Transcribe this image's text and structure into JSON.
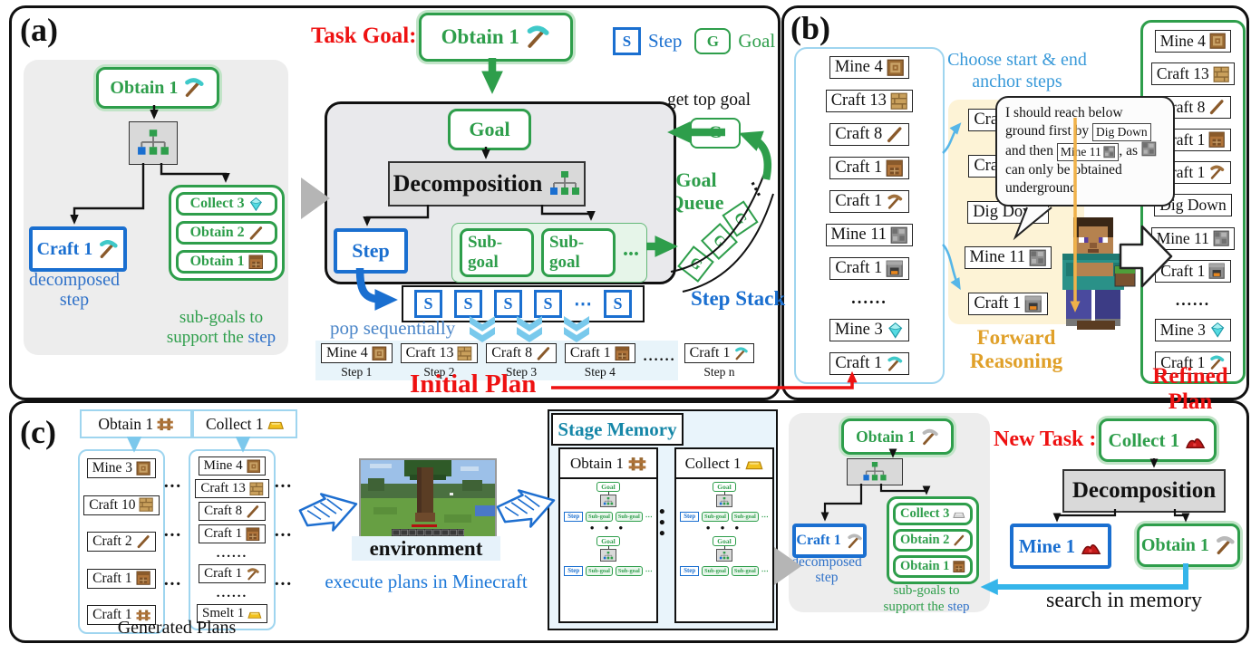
{
  "panel_a": {
    "label": "(a)",
    "task_goal_label": "Task Goal:",
    "task_goal": {
      "label": "Obtain 1",
      "icon": "diamond-pickaxe"
    },
    "legend": {
      "s": "S",
      "s_label": "Step",
      "g": "G",
      "g_label": "Goal"
    },
    "left_panel": {
      "root": {
        "label": "Obtain 1",
        "icon": "diamond-pickaxe"
      },
      "step": {
        "label": "Craft 1",
        "icon": "diamond-pickaxe"
      },
      "step_caption": [
        "decomposed",
        "step"
      ],
      "subgoals": [
        {
          "label": "Collect 3",
          "icon": "diamond"
        },
        {
          "label": "Obtain 2",
          "icon": "stick"
        },
        {
          "label": "Obtain 1",
          "icon": "crafting-table"
        }
      ],
      "subgoal_caption_green": "sub-goals to",
      "subgoal_caption_green2": "support the",
      "subgoal_caption_blue": "step"
    },
    "center": {
      "goal": "Goal",
      "decomposition": "Decomposition",
      "step": "Step",
      "subgoal_a": "Sub-goal",
      "subgoal_b": "Sub-goal",
      "ellipsis": "..."
    },
    "queue": {
      "get_top_goal": "get top goal",
      "g": "G",
      "title": [
        "Goal",
        "Queue"
      ],
      "cells": [
        "G",
        "G",
        "G"
      ],
      "dots": "⋯"
    },
    "stack": {
      "cells": [
        "S",
        "S",
        "S",
        "S",
        "⋯",
        "S"
      ],
      "label": "Step Stack",
      "pop_label": "pop sequentially"
    },
    "initial_steps": [
      {
        "label": "Mine 4",
        "icon": "log",
        "caption": "Step 1"
      },
      {
        "label": "Craft 13",
        "icon": "planks",
        "caption": "Step 2"
      },
      {
        "label": "Craft 8",
        "icon": "stick",
        "caption": "Step 3"
      },
      {
        "label": "Craft 1",
        "icon": "crafting-table",
        "caption": "Step 4"
      },
      {
        "label": "......",
        "caption": ""
      },
      {
        "label": "Craft 1",
        "icon": "diamond-pickaxe",
        "caption": "Step n"
      }
    ],
    "initial_plan_label": "Initial Plan"
  },
  "panel_b": {
    "label": "(b)",
    "initial_list": [
      {
        "label": "Mine 4",
        "icon": "log"
      },
      {
        "label": "Craft 13",
        "icon": "planks"
      },
      {
        "label": "Craft 8",
        "icon": "stick"
      },
      {
        "label": "Craft 1",
        "icon": "crafting-table"
      },
      {
        "label": "Craft 1",
        "icon": "wooden-pickaxe"
      },
      {
        "label": "Mine 11",
        "icon": "cobblestone"
      },
      {
        "label": "Craft 1",
        "icon": "furnace"
      },
      {
        "label": "......"
      },
      {
        "label": "Mine 3",
        "icon": "diamond"
      },
      {
        "label": "Craft 1",
        "icon": "diamond-pickaxe"
      }
    ],
    "choose_label": [
      "Choose start & end",
      "anchor steps"
    ],
    "forward_list": [
      {
        "label": "Craft 1",
        "icon": "crafting-table"
      },
      {
        "label": "Craft 1",
        "icon": "wooden-pickaxe"
      },
      {
        "label": "Dig Down"
      },
      {
        "label": "Mine 11",
        "icon": "cobblestone"
      },
      {
        "label": "Craft 1",
        "icon": "furnace"
      }
    ],
    "forward_label": [
      "Forward",
      "Reasoning"
    ],
    "bubble": {
      "t1": "I should reach below ground first by",
      "chip1": "Dig Down",
      "t2": "and then",
      "chip2": {
        "label": "Mine 11",
        "icon": "cobblestone"
      },
      "t3": ", as",
      "icon": "cobblestone",
      "t4": "can only be obtained underground"
    },
    "refined_list": [
      {
        "label": "Mine 4",
        "icon": "log"
      },
      {
        "label": "Craft 13",
        "icon": "planks"
      },
      {
        "label": "Craft 8",
        "icon": "stick"
      },
      {
        "label": "Craft 1",
        "icon": "crafting-table"
      },
      {
        "label": "Craft 1",
        "icon": "wooden-pickaxe"
      },
      {
        "label": "Dig Down"
      },
      {
        "label": "Mine 11",
        "icon": "cobblestone"
      },
      {
        "label": "Craft 1",
        "icon": "furnace"
      },
      {
        "label": "......"
      },
      {
        "label": "Mine 3",
        "icon": "diamond"
      },
      {
        "label": "Craft 1",
        "icon": "diamond-pickaxe"
      }
    ],
    "refined_label": "Refined Plan"
  },
  "panel_c": {
    "label": "(c)",
    "plan1": {
      "header": {
        "label": "Obtain 1",
        "icon": "fence"
      },
      "items": [
        {
          "label": "Mine 3",
          "icon": "log"
        },
        {
          "label": "Craft 10",
          "icon": "planks"
        },
        {
          "label": "Craft 2",
          "icon": "stick"
        },
        {
          "label": "Craft 1",
          "icon": "crafting-table"
        },
        {
          "label": "Craft 1",
          "icon": "fence"
        }
      ]
    },
    "plan2": {
      "header": {
        "label": "Collect 1",
        "icon": "gold-ingot"
      },
      "items": [
        {
          "label": "Mine 4",
          "icon": "log"
        },
        {
          "label": "Craft 13",
          "icon": "planks"
        },
        {
          "label": "Craft 8",
          "icon": "stick"
        },
        {
          "label": "Craft 1",
          "icon": "crafting-table"
        },
        {
          "label": "......"
        },
        {
          "label": "Craft 1",
          "icon": "wooden-pickaxe"
        },
        {
          "label": "......"
        },
        {
          "label": "Smelt 1",
          "icon": "gold-ingot"
        }
      ]
    },
    "dots": "···",
    "generated_label": "Generated Plans",
    "environment_label": "environment",
    "execute_label": "execute plans in Minecraft",
    "stage": {
      "title": "Stage Memory",
      "col1": {
        "label": "Obtain 1",
        "icon": "fence"
      },
      "col2": {
        "label": "Collect 1",
        "icon": "gold-ingot"
      },
      "mini": {
        "goal": "Goal",
        "step": "Step",
        "subgoal": "Sub-goal",
        "dots": "⋯"
      },
      "hdots": "• • •",
      "vdots": "•••"
    },
    "memory_panel": {
      "root": {
        "label": "Obtain 1",
        "icon": "iron-pickaxe"
      },
      "step": {
        "label": "Craft 1",
        "icon": "iron-pickaxe"
      },
      "step_caption": [
        "decomposed",
        "step"
      ],
      "subgoals": [
        {
          "label": "Collect 3",
          "icon": "iron-ingot"
        },
        {
          "label": "Obtain 2",
          "icon": "stick"
        },
        {
          "label": "Obtain 1",
          "icon": "crafting-table"
        }
      ],
      "subgoal_caption_green": "sub-goals to",
      "subgoal_caption_green2": "support the",
      "subgoal_caption_blue": "step"
    },
    "new_task_label": "New Task :",
    "new_task": {
      "label": "Collect 1",
      "icon": "redstone"
    },
    "decomposition_label": "Decomposition",
    "mine_step": {
      "label": "Mine 1",
      "icon": "redstone"
    },
    "obtain_goal": {
      "label": "Obtain 1",
      "icon": "iron-pickaxe"
    },
    "search_label": "search in memory"
  },
  "colors": {
    "green": "#2e9e4b",
    "blue": "#1a6fd0",
    "light_blue": "#56b6e8",
    "red": "#ee1111",
    "orange": "#e8a22e",
    "cyan": "#35b5ea",
    "teal_title": "#1687a8"
  }
}
